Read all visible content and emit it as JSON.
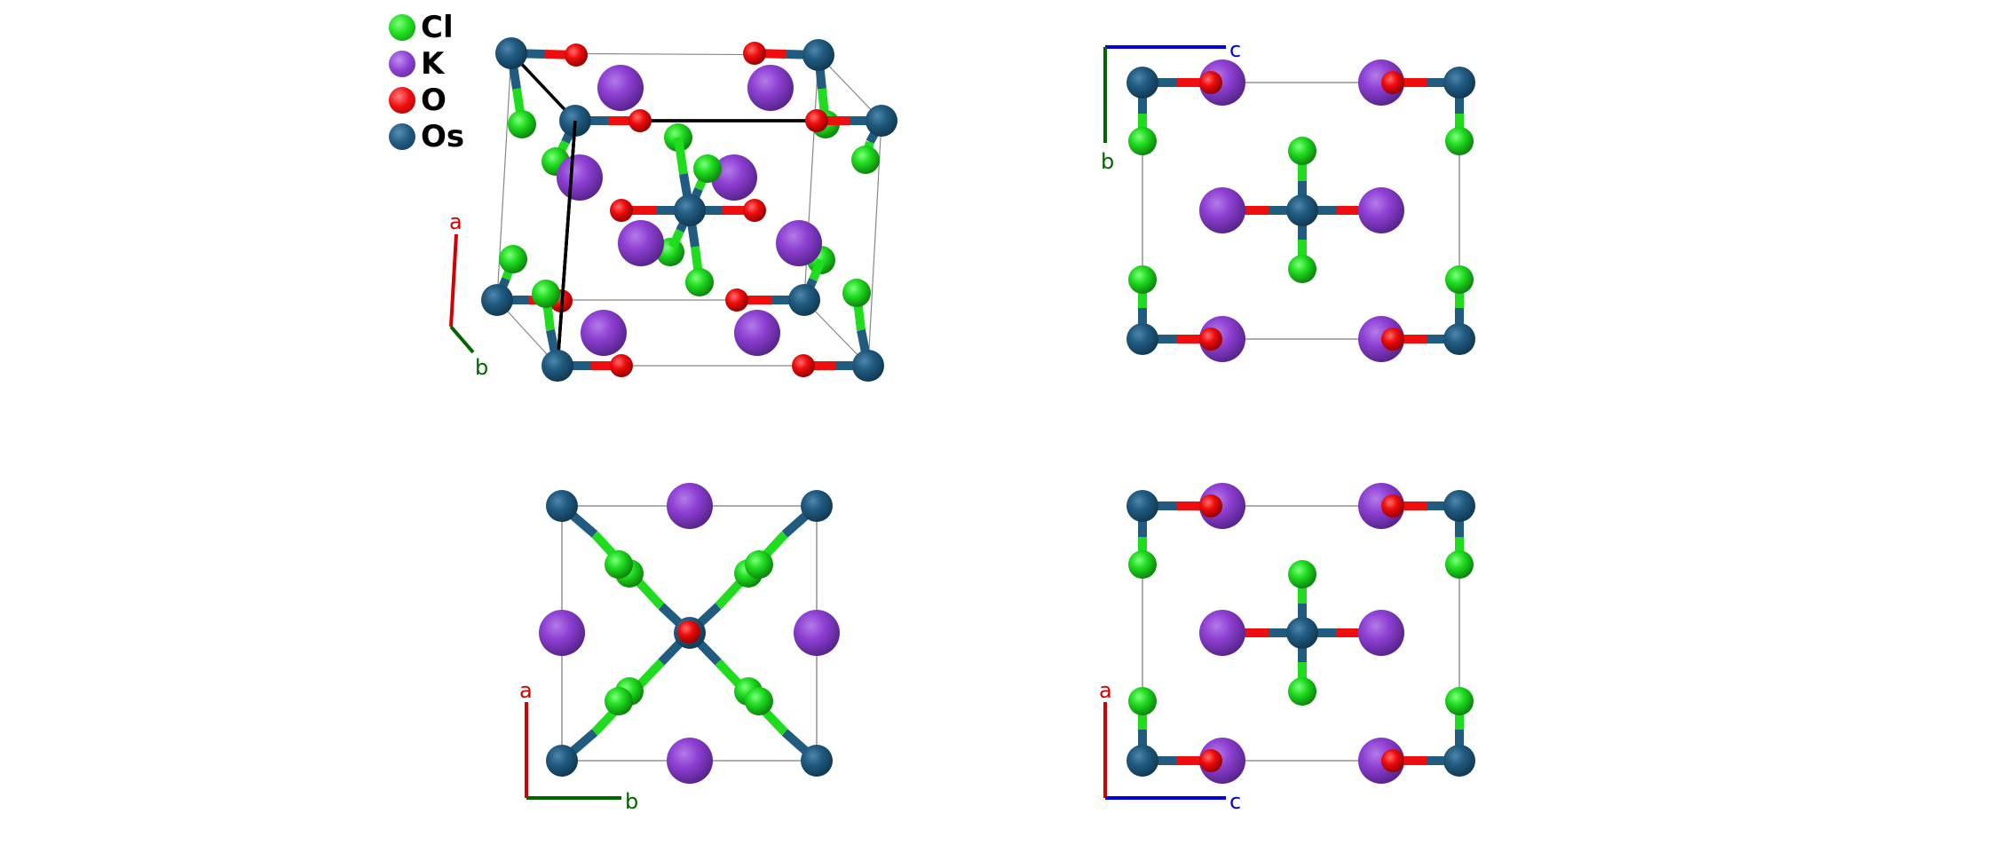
{
  "legend": {
    "items": [
      {
        "label": "Cl",
        "color": "#1fdc1f"
      },
      {
        "label": "K",
        "color": "#8f40d4"
      },
      {
        "label": "O",
        "color": "#f00d0d"
      },
      {
        "label": "Os",
        "color": "#215b80"
      }
    ]
  },
  "colors": {
    "Cl": "#1fdc1f",
    "K": "#8f40d4",
    "O": "#f00d0d",
    "Os": "#215b80",
    "axis_a": "#d40000",
    "axis_b": "#006600",
    "axis_c": "#0000dd",
    "cell": "#777777"
  },
  "panels": [
    {
      "id": "perspective",
      "axes": [
        {
          "label": "a",
          "color": "#d40000"
        },
        {
          "label": "b",
          "color": "#006600"
        }
      ]
    },
    {
      "id": "view-bc",
      "axes": [
        {
          "label": "c",
          "color": "#0000dd"
        },
        {
          "label": "b",
          "color": "#006600"
        }
      ]
    },
    {
      "id": "view-ab",
      "axes": [
        {
          "label": "a",
          "color": "#d40000"
        },
        {
          "label": "b",
          "color": "#006600"
        }
      ]
    },
    {
      "id": "view-ac",
      "axes": [
        {
          "label": "a",
          "color": "#d40000"
        },
        {
          "label": "c",
          "color": "#0000dd"
        }
      ]
    }
  ],
  "axis_labels": {
    "p1_a": "a",
    "p1_b": "b",
    "p2_c": "c",
    "p2_b": "b",
    "p3_a": "a",
    "p3_b": "b",
    "p4_a": "a",
    "p4_c": "c"
  }
}
